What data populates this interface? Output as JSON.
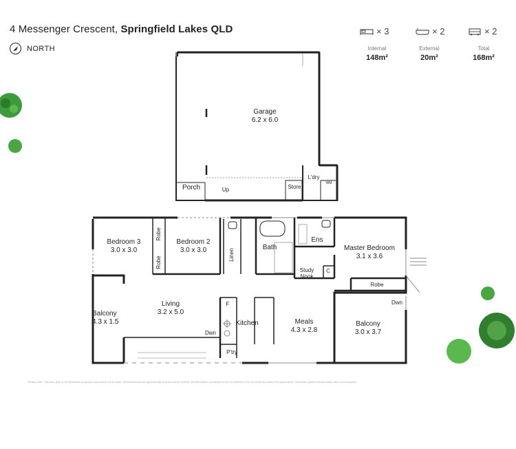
{
  "header": {
    "street": "4 Messenger Crescent,",
    "suburb": "Springfield Lakes QLD",
    "north_label": "NORTH"
  },
  "stats": {
    "bedrooms": "× 3",
    "bathrooms": "× 2",
    "cars": "× 2",
    "internal_label": "Internal",
    "internal_value": "148m²",
    "external_label": "External",
    "external_value": "20m²",
    "total_label": "Total",
    "total_value": "168m²"
  },
  "rooms": {
    "garage": "Garage",
    "garage_dim": "6.2 x 6.0",
    "porch": "Porch",
    "up": "Up",
    "store": "Store",
    "ldry": "L'dry",
    "wm": "WM",
    "bed3": "Bedroom 3",
    "bed3_dim": "3.0 x 3.0",
    "bed2": "Bedroom 2",
    "bed2_dim": "3.0 x 3.0",
    "robe": "Robe",
    "linen": "Linen",
    "bath": "Bath",
    "ens": "Ens",
    "master": "Master Bedroom",
    "master_dim": "3.1 x 3.6",
    "study": "Study Nook",
    "c": "C",
    "living": "Living",
    "living_dim": "3.2 x 5.0",
    "balcony_left": "Balcony",
    "balcony_left_dim": "4.3 x 1.5",
    "dwn": "Dwn",
    "f": "F",
    "kitchen": "Kitchen",
    "ptry": "P'try",
    "meals": "Meals",
    "meals_dim": "4.3 x 2.8",
    "balcony_right": "Balcony",
    "balcony_right_dim": "3.0 x 3.7"
  },
  "disclaimer": "Please note: This floor plan is for illustrative purposes only and is not to scale. Measurements are approximate and should be verified. All information contained herein is believed to be accurate but cannot be guaranteed. Interested parties should make their own enquiries."
}
